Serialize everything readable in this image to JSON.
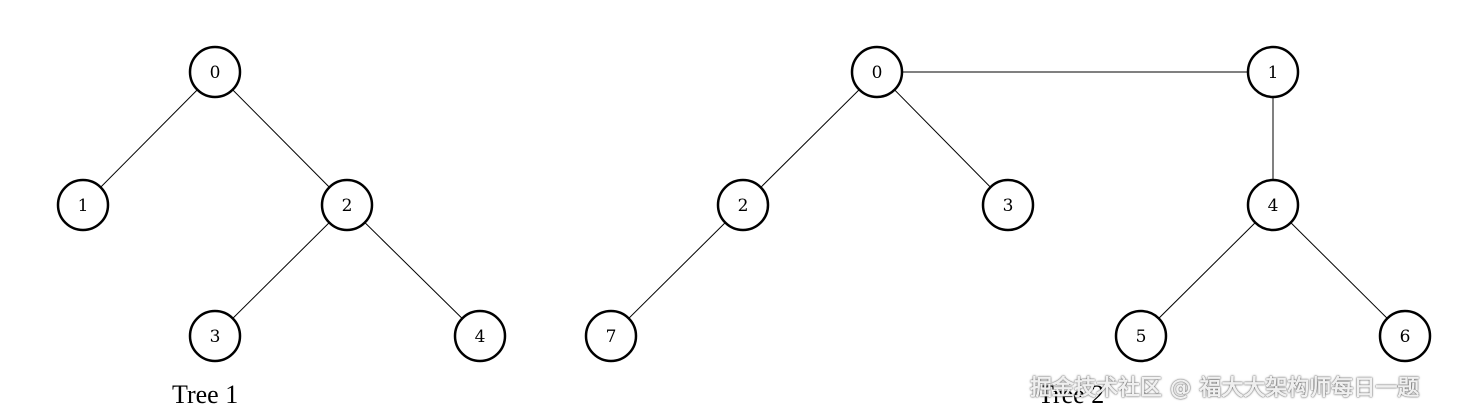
{
  "trees": [
    {
      "caption": "Tree 1",
      "nodes": [
        "0",
        "1",
        "2",
        "3",
        "4"
      ],
      "edges": [
        [
          "0",
          "1"
        ],
        [
          "0",
          "2"
        ],
        [
          "2",
          "3"
        ],
        [
          "2",
          "4"
        ]
      ]
    },
    {
      "caption": "Tree 2",
      "nodes": [
        "0",
        "1",
        "2",
        "3",
        "4",
        "5",
        "6",
        "7"
      ],
      "edges": [
        [
          "0",
          "1"
        ],
        [
          "0",
          "2"
        ],
        [
          "0",
          "3"
        ],
        [
          "2",
          "7"
        ],
        [
          "1",
          "4"
        ],
        [
          "4",
          "5"
        ],
        [
          "4",
          "6"
        ]
      ]
    }
  ],
  "watermark": "掘金技术社区 @ 福大大架构师每日一题",
  "colors": {
    "stroke": "#000000",
    "fill": "#ffffff"
  }
}
